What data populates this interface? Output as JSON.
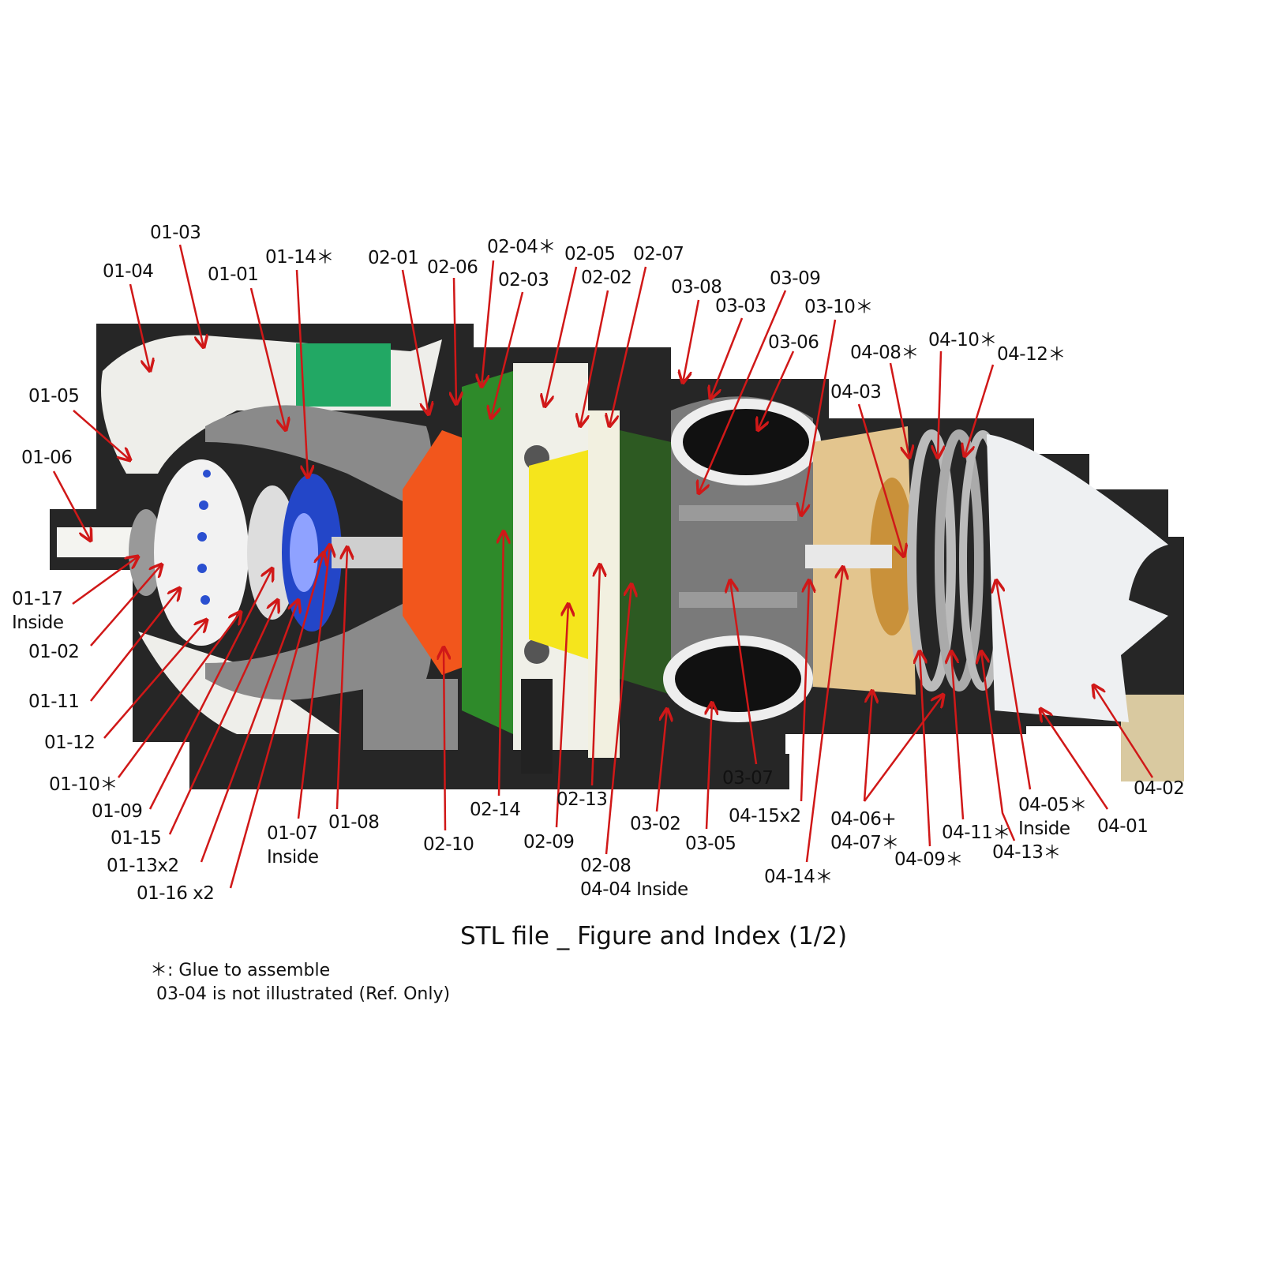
{
  "labels": [
    {
      "text": "01-03"
    },
    {
      "text": "01-04"
    },
    {
      "text": "01-01"
    },
    {
      "text": "01-14＊"
    },
    {
      "text": "02-01"
    },
    {
      "text": "02-06"
    },
    {
      "text": "02-04＊"
    },
    {
      "text": "02-03"
    },
    {
      "text": "02-05"
    },
    {
      "text": "02-02"
    },
    {
      "text": "02-07"
    },
    {
      "text": "03-08"
    },
    {
      "text": "03-09"
    },
    {
      "text": "03-03"
    },
    {
      "text": "03-10＊"
    },
    {
      "text": "03-06"
    },
    {
      "text": "04-08＊"
    },
    {
      "text": "04-10＊"
    },
    {
      "text": "04-12＊"
    },
    {
      "text": "04-03"
    },
    {
      "text": "01-05"
    },
    {
      "text": "01-06"
    },
    {
      "text": "01-17",
      "line2": "Inside"
    },
    {
      "text": "01-02"
    },
    {
      "text": "01-11"
    },
    {
      "text": "01-12"
    },
    {
      "text": "01-10＊"
    },
    {
      "text": "01-09"
    },
    {
      "text": "01-15"
    },
    {
      "text": "01-13x2"
    },
    {
      "text": "01-16 x2"
    },
    {
      "text": "01-07",
      "line2": "Inside"
    },
    {
      "text": "01-08"
    },
    {
      "text": "02-10"
    },
    {
      "text": "02-14"
    },
    {
      "text": "02-09"
    },
    {
      "text": "02-13"
    },
    {
      "text": "02-08",
      "line2": "04-04 Inside"
    },
    {
      "text": "03-02"
    },
    {
      "text": "03-05"
    },
    {
      "text": "03-07"
    },
    {
      "text": "04-15x2"
    },
    {
      "text": "04-14＊"
    },
    {
      "text": "04-06+",
      "line2": "04-07＊"
    },
    {
      "text": "04-09＊"
    },
    {
      "text": "04-11＊"
    },
    {
      "text": "04-13＊"
    },
    {
      "text": "04-05＊",
      "line2": "Inside"
    },
    {
      "text": "04-01"
    },
    {
      "text": "04-02"
    }
  ],
  "caption": "STL file _ Figure and Index (1/2)",
  "notes": [
    "＊: Glue to assemble",
    "03-04 is not illustrated (Ref. Only)"
  ],
  "colors": {
    "arrow": "#d01818",
    "background": "#262626"
  }
}
